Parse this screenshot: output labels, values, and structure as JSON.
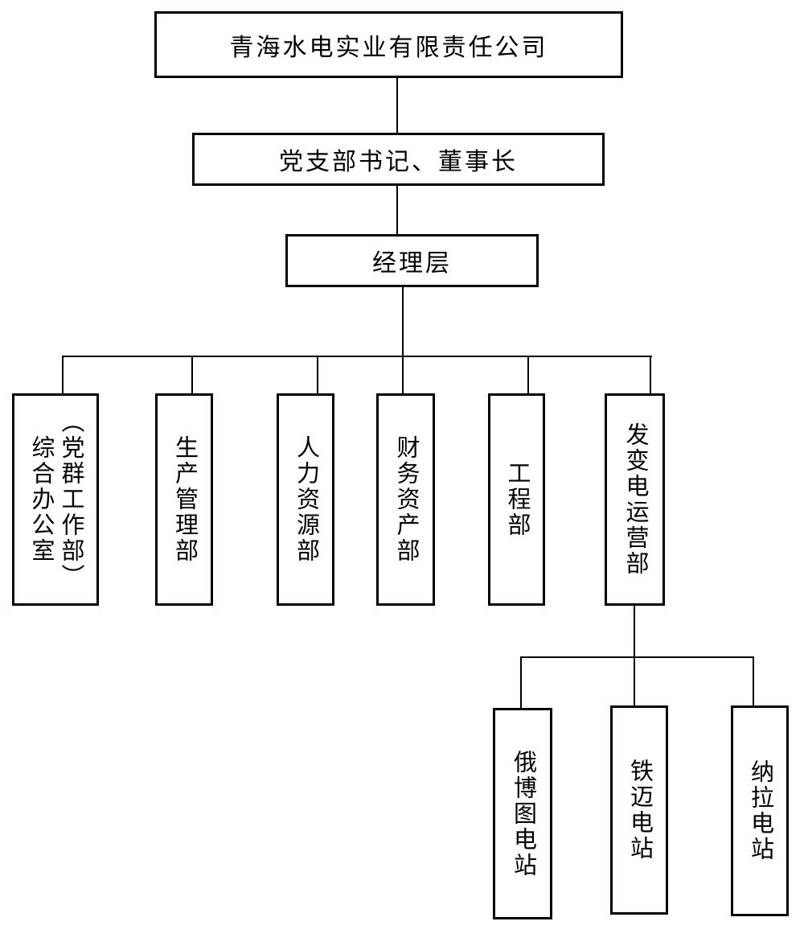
{
  "diagram": {
    "type": "org-chart",
    "colors": {
      "line": "#000000",
      "text": "#000000",
      "box_background": "#ffffff",
      "page_background": "#ffffff"
    },
    "root": {
      "label": "青海水电实业有限责任公司"
    },
    "chairman": {
      "label": "党支部书记、董事长"
    },
    "management": {
      "label": "经理层"
    },
    "departments": [
      {
        "name": "综合办公室（党群工作部）",
        "lines": [
          "综合办公室",
          "（党群工作部）"
        ]
      },
      {
        "name": "生产管理部",
        "lines": [
          "生产管理部"
        ]
      },
      {
        "name": "人力资源部",
        "lines": [
          "人力资源部"
        ]
      },
      {
        "name": "财务资产部",
        "lines": [
          "财务资产部"
        ]
      },
      {
        "name": "工程部",
        "lines": [
          "工程部"
        ]
      },
      {
        "name": "发变电运营部",
        "lines": [
          "发变电运营部"
        ]
      }
    ],
    "stations": [
      {
        "name": "俄博图电站"
      },
      {
        "name": "铁迈电站"
      },
      {
        "name": "纳拉电站"
      }
    ]
  }
}
